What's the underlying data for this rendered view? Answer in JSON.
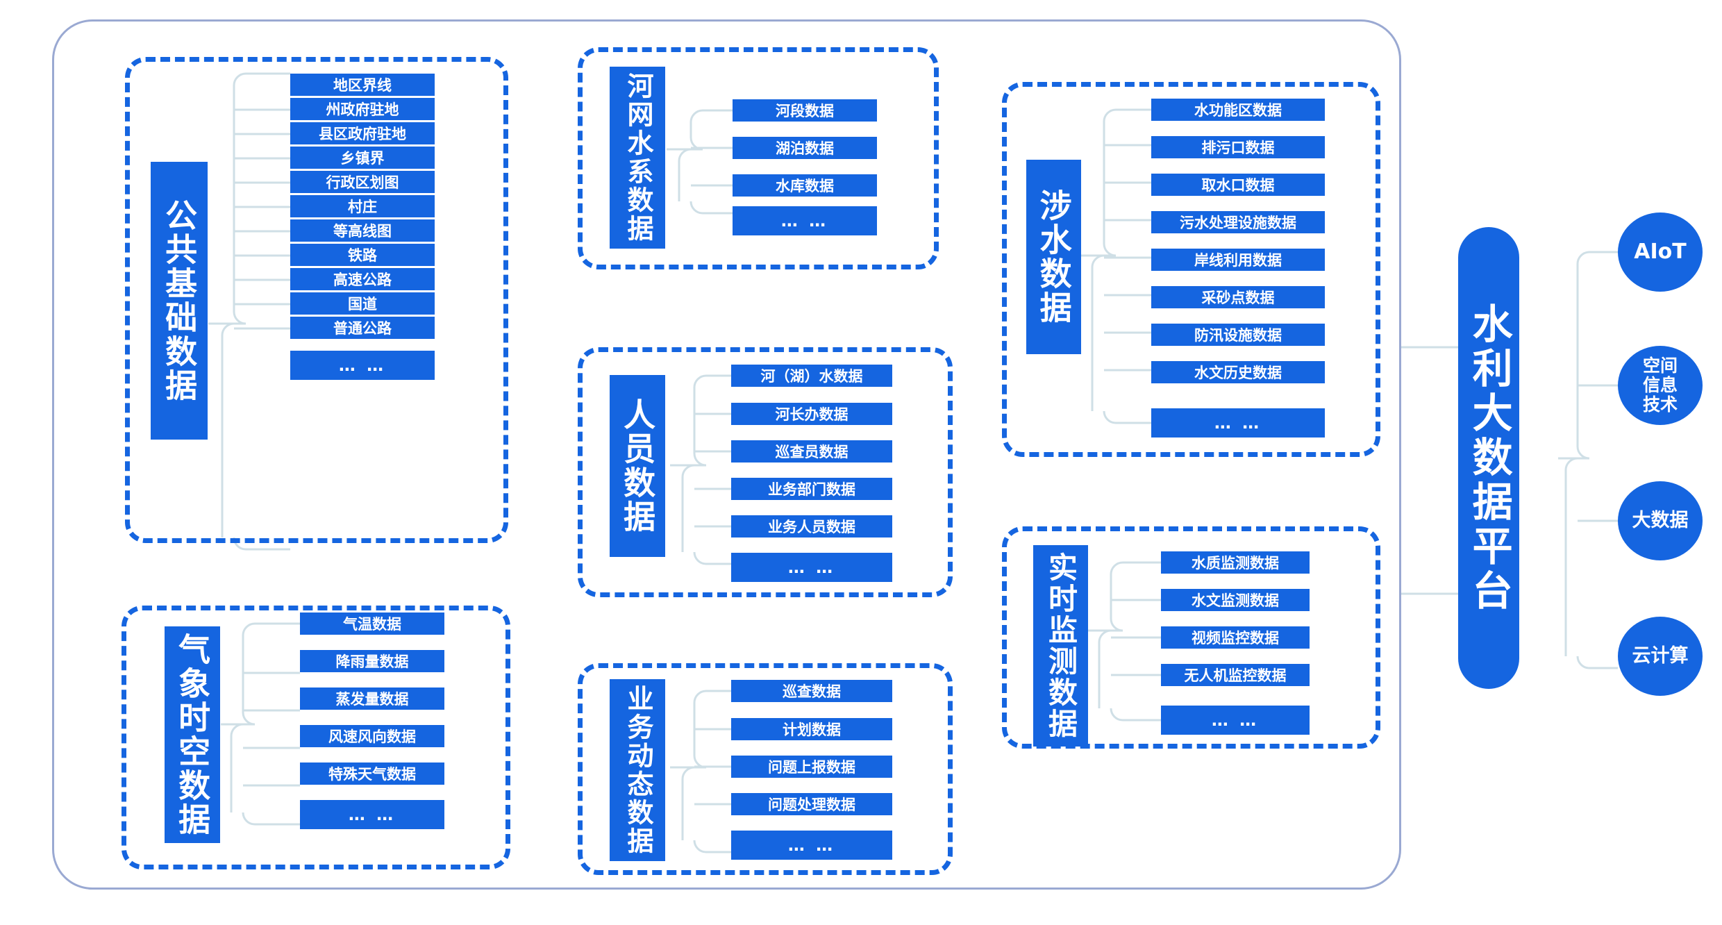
{
  "theme": {
    "blue": "#1565e0",
    "frame_border": "#9aa9d2",
    "connector": "#cfdfe6",
    "background": "#ffffff"
  },
  "platform": {
    "label": "水利大数据平台"
  },
  "technologies": [
    {
      "label": "AIoT"
    },
    {
      "label": "空间信息技术"
    },
    {
      "label": "大数据"
    },
    {
      "label": "云计算"
    }
  ],
  "groups": [
    {
      "id": "public-basic-data",
      "label": "公共基础数据",
      "items": [
        "地区界线",
        "州政府驻地",
        "县区政府驻地",
        "乡镇界",
        "行政区划图",
        "村庄",
        "等高线图",
        "铁路",
        "高速公路",
        "国道",
        "普通公路",
        "… …"
      ]
    },
    {
      "id": "meteorological-spatiotemporal-data",
      "label": "气象时空数据",
      "items": [
        "气温数据",
        "降雨量数据",
        "蒸发量数据",
        "风速风向数据",
        "特殊天气数据",
        "… …"
      ]
    },
    {
      "id": "river-network-water-system-data",
      "label": "河网水系数据",
      "items": [
        "河段数据",
        "湖泊数据",
        "水库数据",
        "… …"
      ]
    },
    {
      "id": "personnel-data",
      "label": "人员数据",
      "items": [
        "河（湖）水数据",
        "河长办数据",
        "巡查员数据",
        "业务部门数据",
        "业务人员数据",
        "… …"
      ]
    },
    {
      "id": "business-dynamic-data",
      "label": "业务动态数据",
      "items": [
        "巡查数据",
        "计划数据",
        "问题上报数据",
        "问题处理数据",
        "… …"
      ]
    },
    {
      "id": "water-related-data",
      "label": "涉水数据",
      "items": [
        "水功能区数据",
        "排污口数据",
        "取水口数据",
        "污水处理设施数据",
        "岸线利用数据",
        "采砂点数据",
        "防汛设施数据",
        "水文历史数据",
        "… …"
      ]
    },
    {
      "id": "realtime-monitoring-data",
      "label": "实时监测数据",
      "items": [
        "水质监测数据",
        "水文监测数据",
        "视频监控数据",
        "无人机监控数据",
        "… …"
      ]
    }
  ]
}
